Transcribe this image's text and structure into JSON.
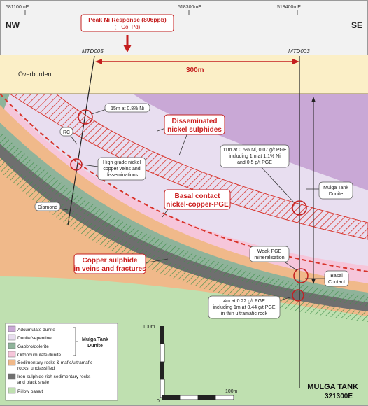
{
  "header": {
    "easting_left": "581100mE",
    "easting_center": "518300mE",
    "easting_right": "518400mE",
    "direction_left": "NW",
    "direction_right": "SE"
  },
  "response_box": {
    "line1": "Peak Ni Response (806ppb)",
    "line2": "(+ Co, Pd)"
  },
  "holes": {
    "left": "MTD005",
    "right": "MTD003"
  },
  "distance_label": "300m",
  "overburden_label": "Overburden",
  "callouts": {
    "c_15m": "15m at 0.8% Ni",
    "c_rc": "RC",
    "c_highgrade": [
      "High grade nickel",
      "copper veins and",
      "disseminations"
    ],
    "c_diamond": "Diamond",
    "c_11m": [
      "11m at 0.5% Ni, 0.07 g/t PGE",
      "including 1m at 1.1% Ni",
      "and 0.5 g/t PGE"
    ],
    "c_mulga": [
      "Mulga Tank",
      "Dunite"
    ],
    "c_weakpge": [
      "Weak PGE",
      "mineralisation"
    ],
    "c_basal": [
      "Basal",
      "Contact"
    ],
    "c_4m": [
      "4m at 0.22 g/t PGE",
      "including 1m at 0.44 g/t PGE",
      "in thin ultramafic rock"
    ]
  },
  "red_labels": {
    "disseminated": [
      "Disseminated",
      "nickel sulphides"
    ],
    "basal": [
      "Basal contact",
      "nickel-copper-PGE"
    ],
    "copper": [
      "Copper sulphide",
      "in veins and fractures"
    ]
  },
  "legend": {
    "items": [
      {
        "label": "Adcumulate dunite",
        "color": "#c9a8d6"
      },
      {
        "label": "Dunite/sepentine",
        "color": "#e8def0"
      },
      {
        "label": "Gabbro/dolerite",
        "color": "#8fb39a"
      },
      {
        "label": "Orthocumulate dunite",
        "color": "#f6c6da"
      },
      {
        "label": "Sedimentary rocks & mafic/ultramafic rocks: unclassified",
        "lines": [
          "Sedimentary rocks & mafic/ultramafic",
          "rocks: unclassified"
        ],
        "color": "#f0b98a"
      },
      {
        "label": "Iron-sulphide rich sedimentary rocks and black shale",
        "lines": [
          "Iron-sulphide rich sedimentary rocks",
          "and black shale"
        ],
        "color": "#6f6f6f"
      },
      {
        "label": "Pillow basalt",
        "color": "#bfe0b0"
      }
    ],
    "group_label": [
      "Mulga Tank",
      "Dunite"
    ]
  },
  "scale": {
    "vertical": "100m",
    "horizontal": "100m",
    "origin": "0"
  },
  "footer": {
    "title": "MULGA TANK",
    "subtitle": "321300E"
  }
}
